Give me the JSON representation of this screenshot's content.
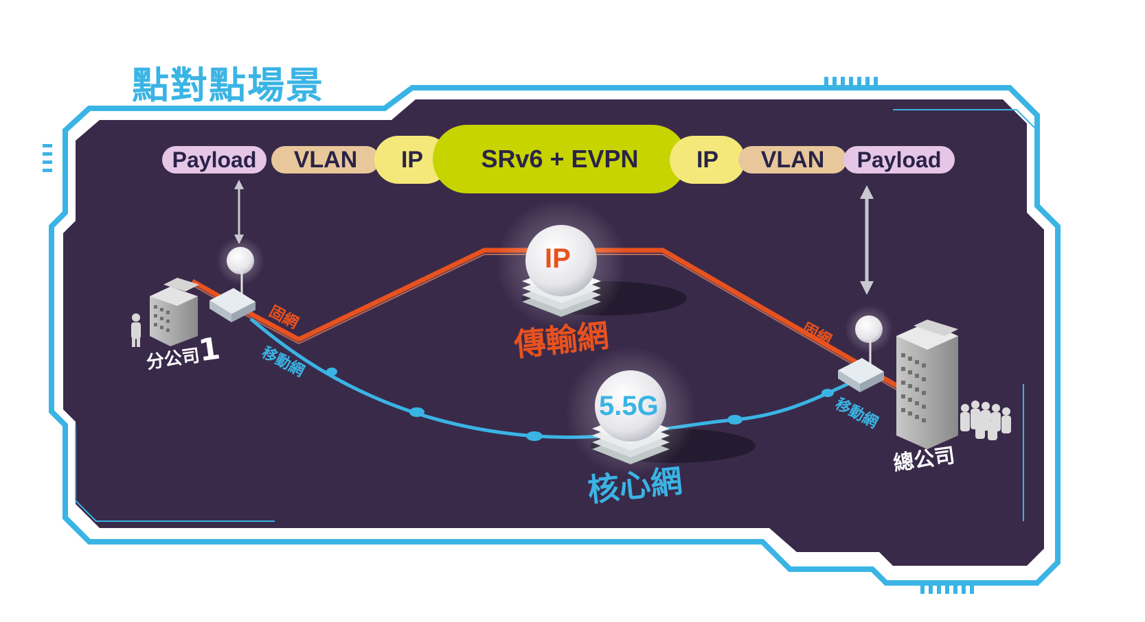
{
  "title": "點對點場景",
  "header_pills": {
    "left_payload": "Payload",
    "left_vlan": "VLAN",
    "left_ip": "IP",
    "center": "SRv6 + EVPN",
    "right_ip": "IP",
    "right_vlan": "VLAN",
    "right_payload": "Payload"
  },
  "nodes": {
    "transport_badge": "IP",
    "transport_label": "傳輸網",
    "core_badge": "5.5G",
    "core_label": "核心網",
    "branch_label": "分公司",
    "branch_number": "1",
    "hq_label": "總公司"
  },
  "links": {
    "fixed_left": "固網",
    "mobile_left": "移動網",
    "fixed_right": "固網",
    "mobile_right": "移動網"
  },
  "colors": {
    "frame_blue": "#3ab4e4",
    "panel": "#3a2a4a",
    "fixed_line": "#e8521e",
    "mobile_line": "#3ab4e4",
    "srv6_pill": "#c8d400",
    "ip_pill": "#f5e87a",
    "vlan_pill": "#e8c89a",
    "payload_pill": "#e6c6e6"
  }
}
